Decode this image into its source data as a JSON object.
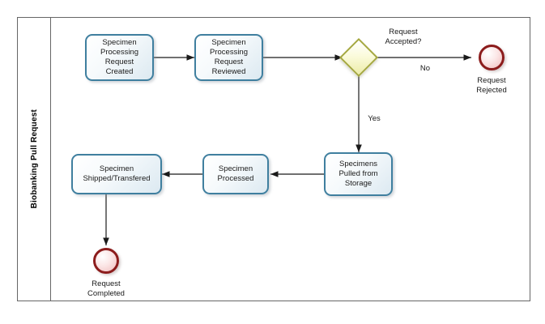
{
  "diagram": {
    "type": "bpmn-process-diagram",
    "pool": {
      "lane_label": "Biobanking Pull Request"
    },
    "tasks": [
      {
        "id": "task-request-created",
        "label_lines": [
          "Specimen",
          "Processing",
          "Request",
          "Created"
        ]
      },
      {
        "id": "task-request-reviewed",
        "label_lines": [
          "Specimen",
          "Processing",
          "Request",
          "Reviewed"
        ]
      },
      {
        "id": "task-specimens-pulled",
        "label_lines": [
          "Specimens",
          "Pulled from",
          "Storage"
        ]
      },
      {
        "id": "task-specimen-processed",
        "label_lines": [
          "Specimen",
          "Processed"
        ]
      },
      {
        "id": "task-specimen-shipped",
        "label_lines": [
          "Specimen",
          "Shipped/Transfered"
        ]
      }
    ],
    "gateway": {
      "id": "gateway-request-accepted",
      "label_lines": [
        "Request",
        "Accepted?"
      ]
    },
    "events": [
      {
        "id": "event-request-rejected",
        "label_lines": [
          "Request",
          "Rejected"
        ]
      },
      {
        "id": "event-request-completed",
        "label_lines": [
          "Request",
          "Completed"
        ]
      }
    ],
    "flow_labels": {
      "no": "No",
      "yes": "Yes"
    },
    "colors": {
      "task_border": "#3f7f9f",
      "task_fill_light": "#ffffff",
      "task_fill_dark": "#dce9f1",
      "gateway_border": "#a5a840",
      "gateway_fill": "#ececa8",
      "event_border": "#8c1c1c",
      "event_fill": "#f0bcbc",
      "frame_border": "#666666",
      "connector": "#1a1a1a",
      "background": "#ffffff"
    }
  }
}
